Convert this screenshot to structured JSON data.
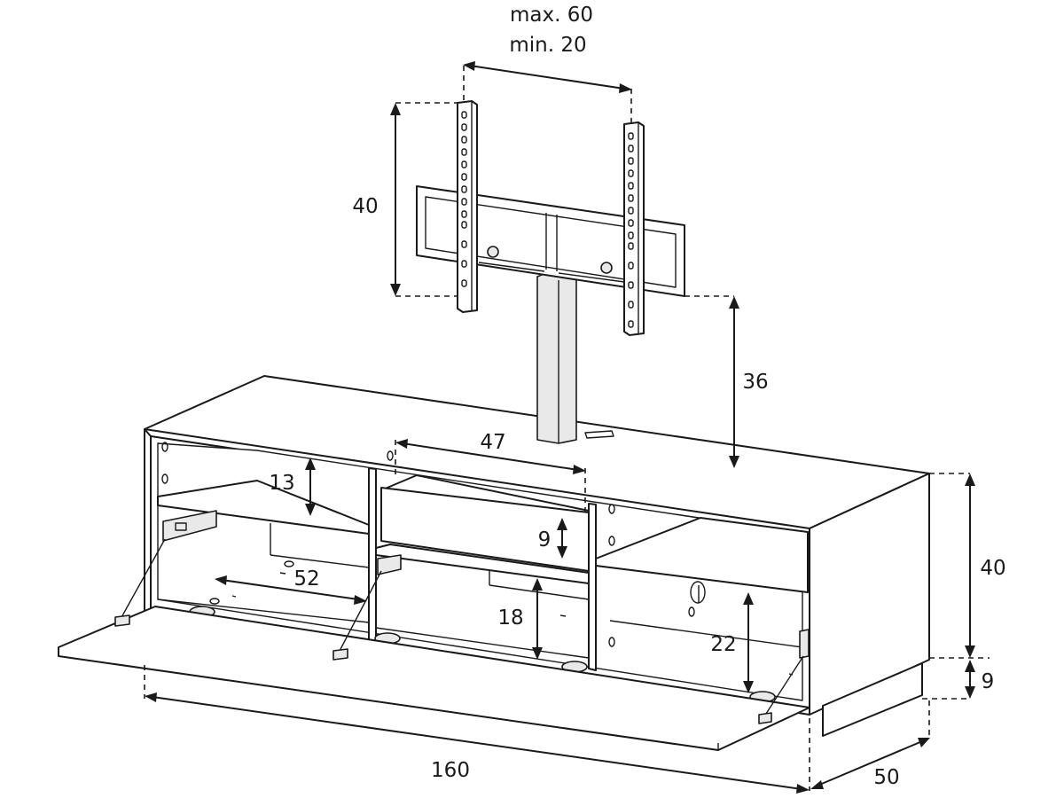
{
  "dimensions": {
    "bracket_spacing_max": "max. 60",
    "bracket_spacing_min": "min. 20",
    "bracket_height": "40",
    "screen_clearance": "36",
    "center_compartment_width": "47",
    "top_shelf_gap": "13",
    "drawer_height": "9",
    "inner_width": "52",
    "center_lower_height": "18",
    "right_lower_height": "22",
    "cabinet_height": "40",
    "plinth_height": "9",
    "total_width": "160",
    "depth": "50"
  }
}
